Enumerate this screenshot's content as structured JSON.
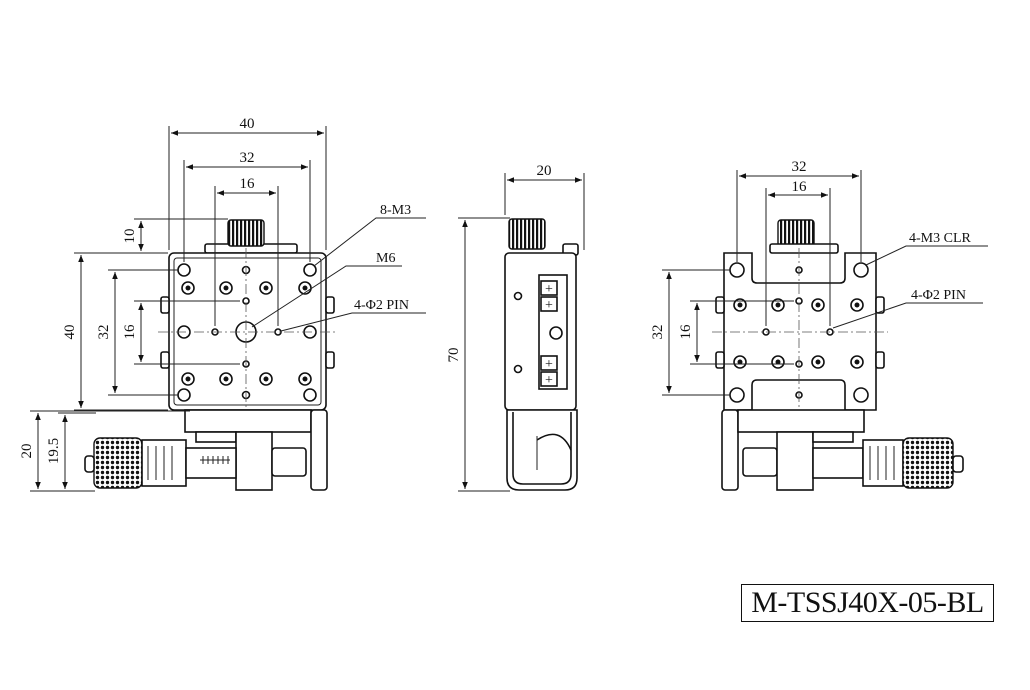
{
  "model": "M-TSSJ40X-05-BL",
  "front_view": {
    "dims": {
      "width_40": "40",
      "width_32": "32",
      "width_16": "16",
      "knob_10": "10",
      "height_40": "40",
      "height_32": "32",
      "height_16": "16",
      "mic_20": "20",
      "mic_19_5": "19.5"
    },
    "callouts": {
      "m3": "8-M3",
      "m6": "M6",
      "pin": "4-Φ2 PIN"
    }
  },
  "side_view": {
    "dims": {
      "width_20": "20",
      "height_70": "70"
    }
  },
  "rear_view": {
    "dims": {
      "width_32": "32",
      "width_16": "16",
      "height_32": "32",
      "height_16": "16"
    },
    "callouts": {
      "clr": "4-M3 CLR",
      "pin": "4-Φ2 PIN"
    }
  },
  "colors": {
    "line": "#111111",
    "background": "#ffffff"
  }
}
